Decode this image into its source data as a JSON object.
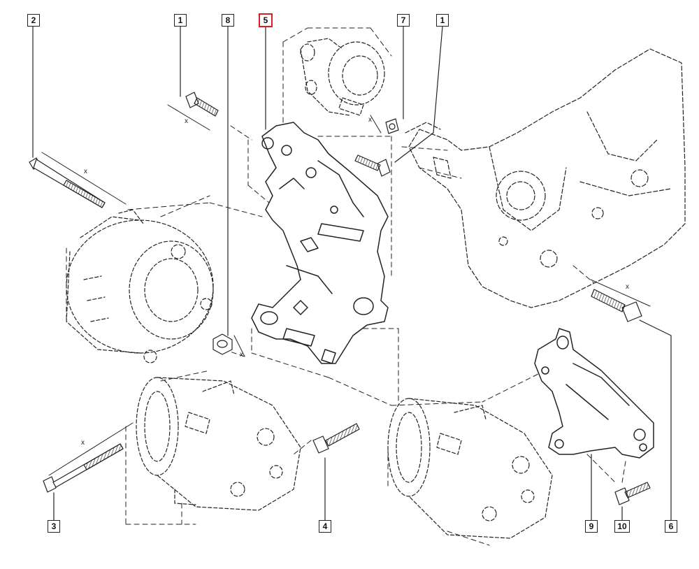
{
  "callouts": [
    {
      "id": "2",
      "label": "2",
      "highlighted": false
    },
    {
      "id": "1a",
      "label": "1",
      "highlighted": false
    },
    {
      "id": "8",
      "label": "8",
      "highlighted": false
    },
    {
      "id": "5",
      "label": "5",
      "highlighted": true
    },
    {
      "id": "7",
      "label": "7",
      "highlighted": false
    },
    {
      "id": "1b",
      "label": "1",
      "highlighted": false
    },
    {
      "id": "3",
      "label": "3",
      "highlighted": false
    },
    {
      "id": "4",
      "label": "4",
      "highlighted": false
    },
    {
      "id": "9",
      "label": "9",
      "highlighted": false
    },
    {
      "id": "10",
      "label": "10",
      "highlighted": false
    },
    {
      "id": "6",
      "label": "6",
      "highlighted": false
    }
  ],
  "dimension_label": "x",
  "colors": {
    "line": "#222222",
    "highlight": "#d32020",
    "background": "#ffffff"
  }
}
